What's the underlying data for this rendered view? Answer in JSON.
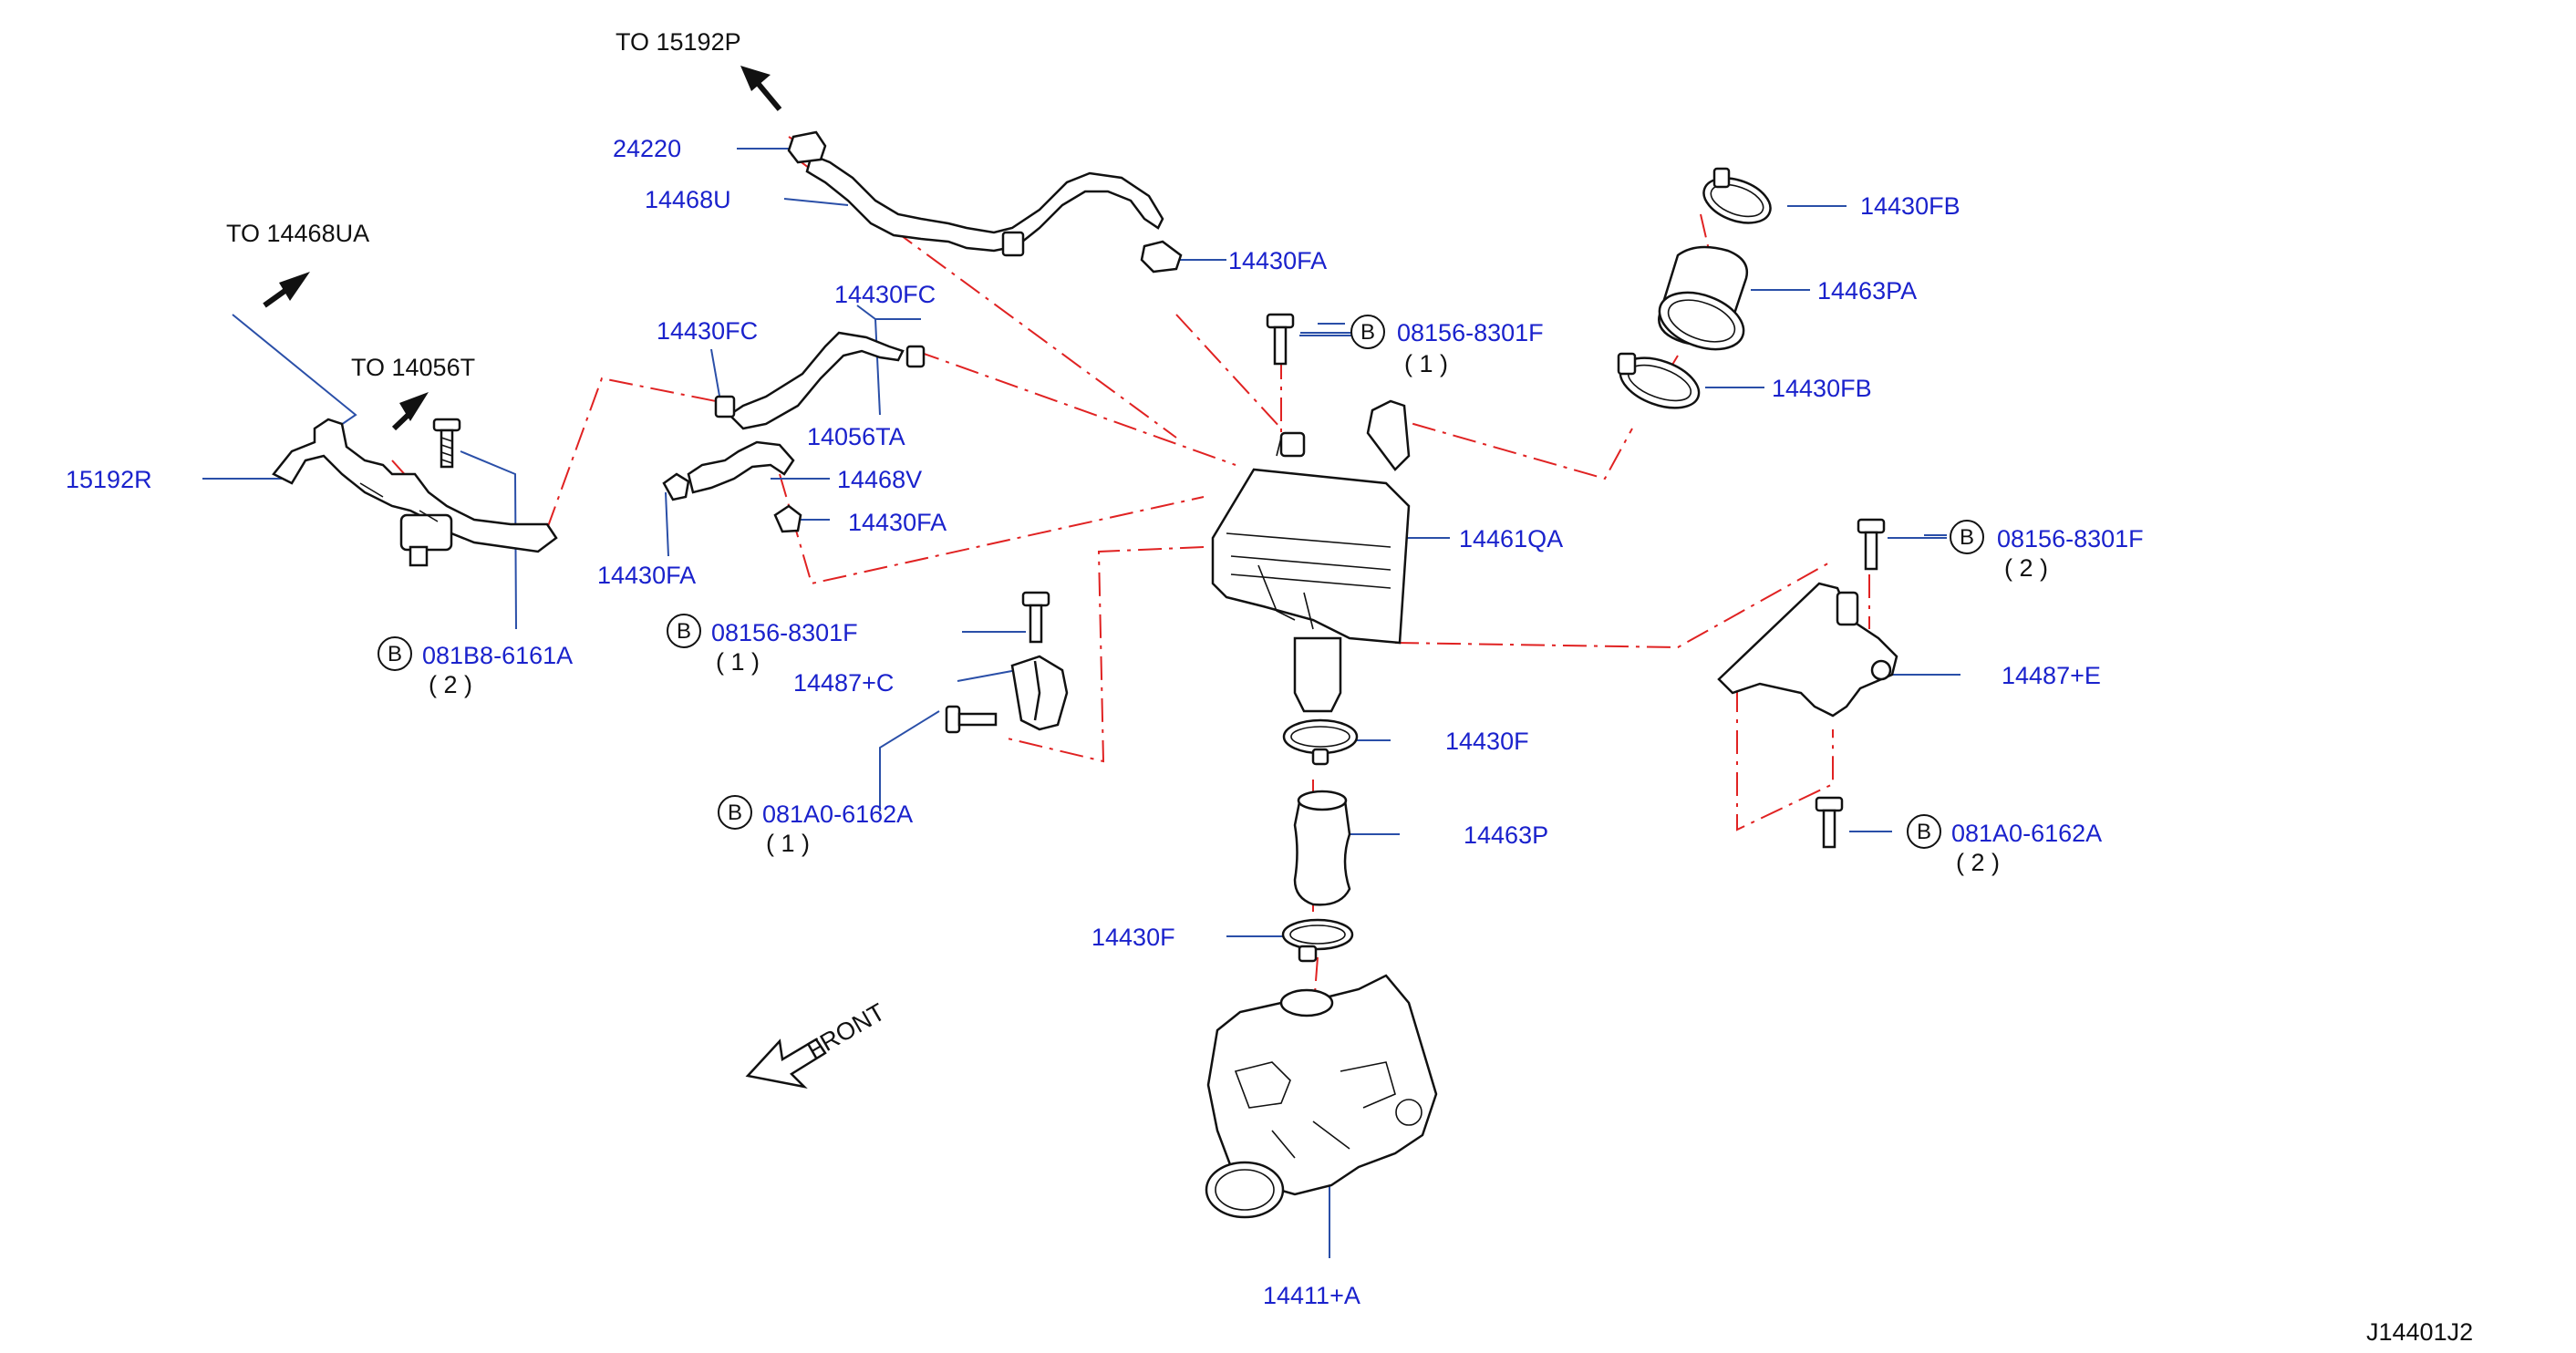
{
  "diagram_id": "J14401J2",
  "references": {
    "to_15192p": "TO   15192P",
    "to_14468ua": "TO   14468UA",
    "to_14056t": "TO   14056T"
  },
  "front_label": "FRONT",
  "bolt_symbol": "B",
  "parts": {
    "p24220": "24220",
    "p14468u": "14468U",
    "p14430fa_top": "14430FA",
    "p14430fb_top": "14430FB",
    "p14463pa": "14463PA",
    "p14430fb_bot": "14430FB",
    "p08156_a": "08156-8301F",
    "p08156_a_qty": "( 1 )",
    "p14430fc_a": "14430FC",
    "p14430fc_b": "14430FC",
    "p14056ta": "14056TA",
    "p14468v": "14468V",
    "p14430fa_left": "14430FA",
    "p14430fa_mid": "14430FA",
    "p15192r": "15192R",
    "p081b8": "081B8-6161A",
    "p081b8_qty": "( 2 )",
    "p14461qa": "14461QA",
    "p08156_b": "08156-8301F",
    "p08156_b_qty": "( 2 )",
    "p08156_c": "08156-8301F",
    "p08156_c_qty": "( 1 )",
    "p14487c": "14487+C",
    "p081a0_a": "081A0-6162A",
    "p081a0_a_qty": "( 1 )",
    "p14487e": "14487+E",
    "p14430f_a": "14430F",
    "p14463p": "14463P",
    "p14430f_b": "14430F",
    "p081a0_b": "081A0-6162A",
    "p081a0_b_qty": "( 2 )",
    "p14411a": "14411+A"
  }
}
